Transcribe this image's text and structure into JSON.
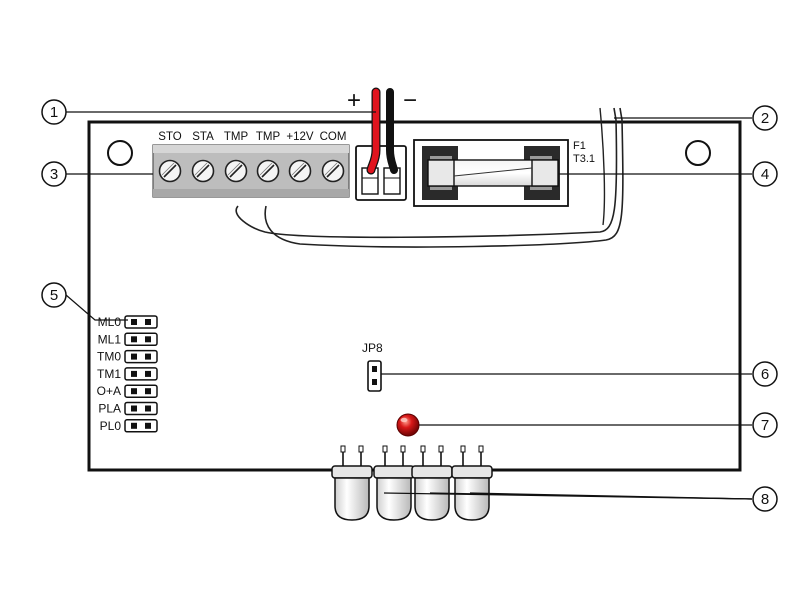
{
  "polarity": {
    "plus": "+",
    "minus": "−"
  },
  "terminals": [
    "STO",
    "STA",
    "TMP",
    "TMP",
    "+12V",
    "COM"
  ],
  "fuse": {
    "name": "F1",
    "rating": "T3.1"
  },
  "jumper_labels": [
    "ML0",
    "ML1",
    "TM0",
    "TM1",
    "O+A",
    "PLA",
    "PL0"
  ],
  "jp8_label": "JP8",
  "callouts": [
    "1",
    "2",
    "3",
    "4",
    "5",
    "6",
    "7",
    "8"
  ],
  "colors": {
    "wire_red": "#e0141e",
    "wire_black": "#111111",
    "led_red": "#d81818",
    "terminal_block": "#bdbdbd",
    "fuse_holder": "#2a2a2a"
  }
}
